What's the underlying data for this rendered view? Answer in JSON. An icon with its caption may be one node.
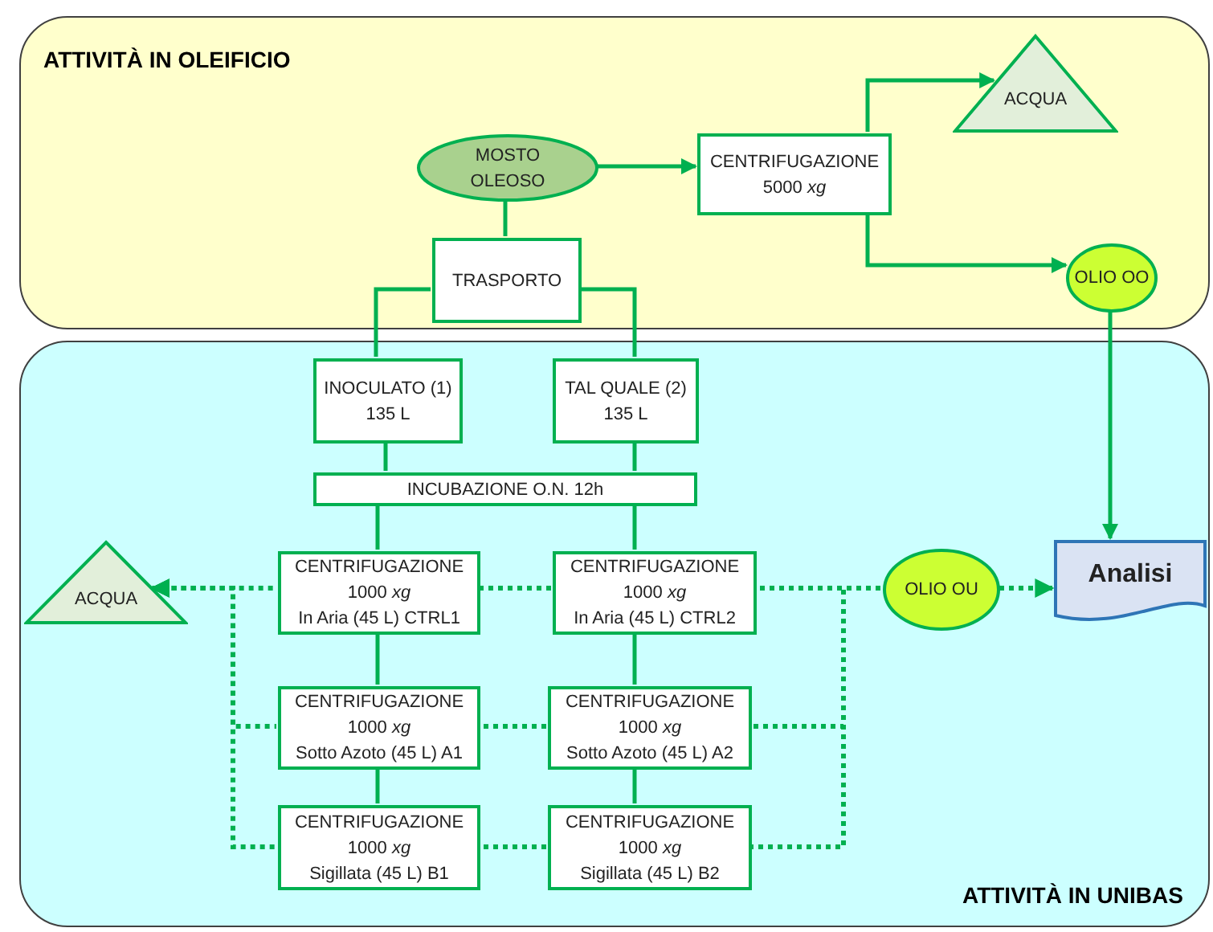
{
  "diagram": {
    "nodes": [
      {
        "text": [
          "ATTIVITÀ IN OLEIFICIO"
        ]
      },
      {
        "text": [
          "MOSTO OLEOSO"
        ],
        "in": 0
      },
      {
        "text": [
          "CENTRIFUGAZIONE",
          "5000 *xg*"
        ],
        "in": 0
      },
      {
        "text": [
          "ACQUA"
        ],
        "in": 0
      },
      {
        "text": [
          "OLIO OO"
        ],
        "in": 0
      },
      {
        "text": [
          "TRASPORTO"
        ],
        "in": 0
      },
      {
        "text": [
          "ATTIVITÀ IN UNIBAS"
        ]
      },
      {
        "text": [
          "INOCULATO (1)",
          "135 L"
        ],
        "in": 6
      },
      {
        "text": [
          "TAL QUALE (2)",
          "135 L"
        ],
        "in": 6
      },
      {
        "text": [
          "INCUBAZIONE O.N. 12h"
        ],
        "in": 6
      },
      {
        "text": [
          "CENTRIFUGAZIONE",
          "1000 *xg*",
          "In Aria (45 L) CTRL1"
        ],
        "in": 6
      },
      {
        "text": [
          "CENTRIFUGAZIONE",
          "1000 *xg*",
          "In Aria (45 L) CTRL2"
        ],
        "in": 6
      },
      {
        "text": [
          "CENTRIFUGAZIONE",
          "1000 *xg*",
          "Sotto Azoto (45 L) A1"
        ],
        "in": 6
      },
      {
        "text": [
          "CENTRIFUGAZIONE",
          "1000 *xg*",
          "Sotto Azoto (45 L) A2"
        ],
        "in": 6
      },
      {
        "text": [
          "CENTRIFUGAZIONE",
          "1000 *xg*",
          "Sigillata (45 L) B1"
        ],
        "in": 6
      },
      {
        "text": [
          "CENTRIFUGAZIONE",
          "1000 *xg*",
          "Sigillata (45 L) B2"
        ],
        "in": 6
      },
      {
        "text": [
          "ACQUA"
        ],
        "in": 6
      },
      {
        "text": [
          "OLIO OU"
        ],
        "in": 6
      },
      {
        "text": [
          "Analisi"
        ],
        "in": 6
      }
    ],
    "edges": [
      {
        "from": 1,
        "to": 2,
        "arrow": "to"
      },
      {
        "from": 2,
        "to": 3,
        "arrow": "to"
      },
      {
        "from": 2,
        "to": 4,
        "arrow": "to"
      },
      {
        "from": 1,
        "to": 5,
        "arrow": "none"
      },
      {
        "from": 5,
        "to": 7,
        "arrow": "none"
      },
      {
        "from": 5,
        "to": 8,
        "arrow": "none"
      },
      {
        "from": 7,
        "to": 9,
        "arrow": "none"
      },
      {
        "from": 8,
        "to": 9,
        "arrow": "none"
      },
      {
        "from": 9,
        "to": 10,
        "arrow": "none"
      },
      {
        "from": 9,
        "to": 11,
        "arrow": "none"
      },
      {
        "from": 10,
        "to": 12,
        "arrow": "none"
      },
      {
        "from": 12,
        "to": 14,
        "arrow": "none"
      },
      {
        "from": 11,
        "to": 13,
        "arrow": "none"
      },
      {
        "from": 13,
        "to": 15,
        "arrow": "none"
      },
      {
        "from": 4,
        "to": 18,
        "arrow": "to"
      },
      {
        "from": 10,
        "to": 16,
        "arrow": "to",
        "style": "dashed"
      },
      {
        "from": 12,
        "to": 16,
        "arrow": "to",
        "style": "dashed"
      },
      {
        "from": 14,
        "to": 16,
        "arrow": "to",
        "style": "dashed"
      },
      {
        "from": 10,
        "to": 11,
        "arrow": "none",
        "style": "dashed"
      },
      {
        "from": 12,
        "to": 13,
        "arrow": "none",
        "style": "dashed"
      },
      {
        "from": 14,
        "to": 15,
        "arrow": "none",
        "style": "dashed"
      },
      {
        "from": 11,
        "to": 17,
        "arrow": "none",
        "style": "dashed"
      },
      {
        "from": 13,
        "to": 17,
        "arrow": "none",
        "style": "dashed"
      },
      {
        "from": 15,
        "to": 17,
        "arrow": "none",
        "style": "dashed"
      },
      {
        "from": 17,
        "to": 18,
        "arrow": "to",
        "style": "dashed"
      }
    ]
  }
}
